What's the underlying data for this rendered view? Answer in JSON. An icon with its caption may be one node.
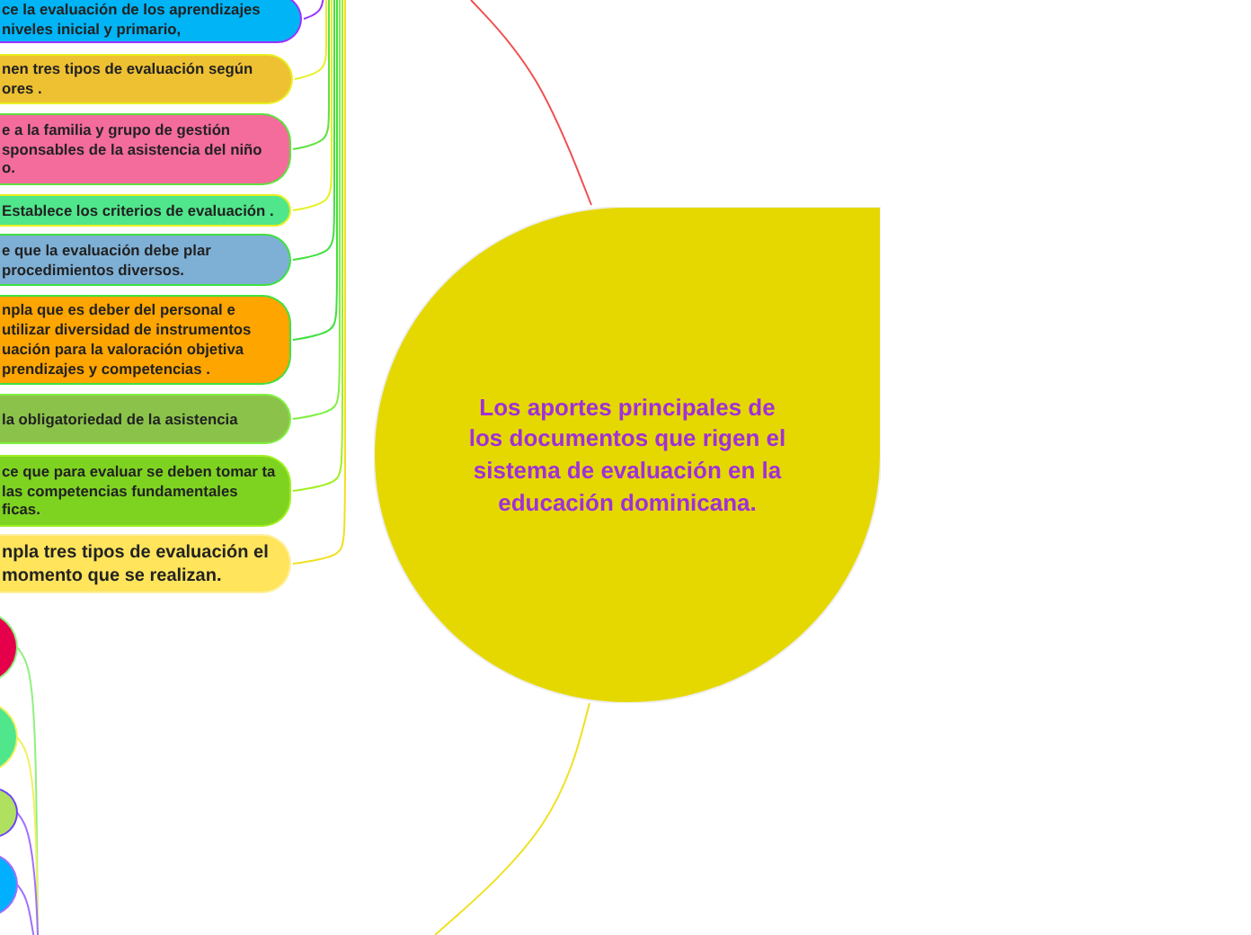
{
  "diagram": {
    "nodes": [
      {
        "text": [
          "Los aportes principales de los documentos que rigen el sistema de evaluación en la educación dominicana."
        ]
      },
      {
        "text": [
          "ce la evaluación de los aprendizajes niveles inicial y primario,"
        ]
      },
      {
        "text": [
          "nen tres tipos de evaluación según ores ."
        ]
      },
      {
        "text": [
          "e a la familia y grupo de gestión sponsables de la asistencia del niño o."
        ]
      },
      {
        "text": [
          "Establece los criterios de evaluación ."
        ]
      },
      {
        "text": [
          "e que la evaluación debe plar procedimientos diversos."
        ]
      },
      {
        "text": [
          "npla que es deber del personal e utilizar diversidad de instrumentos uación para la valoración objetiva prendizajes y competencias ."
        ]
      },
      {
        "text": [
          "la obligatoriedad de la asistencia"
        ]
      },
      {
        "text": [
          "ce que para evaluar se deben tomar ta las competencias fundamentales ficas."
        ]
      },
      {
        "text": [
          "npla tres tipos de evaluación el momento que se realizan."
        ]
      },
      {
        "text": [],
        "shape": "circle"
      },
      {
        "text": [],
        "shape": "circle"
      },
      {
        "text": [],
        "shape": "circle"
      },
      {
        "text": [],
        "shape": "circle"
      }
    ],
    "edges": [
      {
        "from": null,
        "to": 0,
        "arrow": "none",
        "color": "#f05050"
      },
      {
        "from": 0,
        "to": null,
        "arrow": "none",
        "color": "#f0e020"
      },
      {
        "from": null,
        "to": 1,
        "arrow": "none",
        "color": "#9933ff"
      },
      {
        "from": null,
        "to": 2,
        "arrow": "none",
        "color": "#e8f020"
      },
      {
        "from": null,
        "to": 3,
        "arrow": "none",
        "color": "#60e040"
      },
      {
        "from": null,
        "to": 4,
        "arrow": "none",
        "color": "#e8f020"
      },
      {
        "from": null,
        "to": 5,
        "arrow": "none",
        "color": "#40e040"
      },
      {
        "from": null,
        "to": 6,
        "arrow": "none",
        "color": "#40e040"
      },
      {
        "from": null,
        "to": 7,
        "arrow": "none",
        "color": "#80f040"
      },
      {
        "from": null,
        "to": 8,
        "arrow": "none",
        "color": "#a0f020"
      },
      {
        "from": null,
        "to": 9,
        "arrow": "none",
        "color": "#f0e020"
      },
      {
        "from": 10,
        "to": null,
        "arrow": "none",
        "color": "#90f080"
      },
      {
        "from": 11,
        "to": null,
        "arrow": "none",
        "color": "#f0f060"
      },
      {
        "from": 12,
        "to": null,
        "arrow": "none",
        "color": "#a070ff"
      },
      {
        "from": 13,
        "to": null,
        "arrow": "none",
        "color": "#a070ff"
      }
    ]
  }
}
